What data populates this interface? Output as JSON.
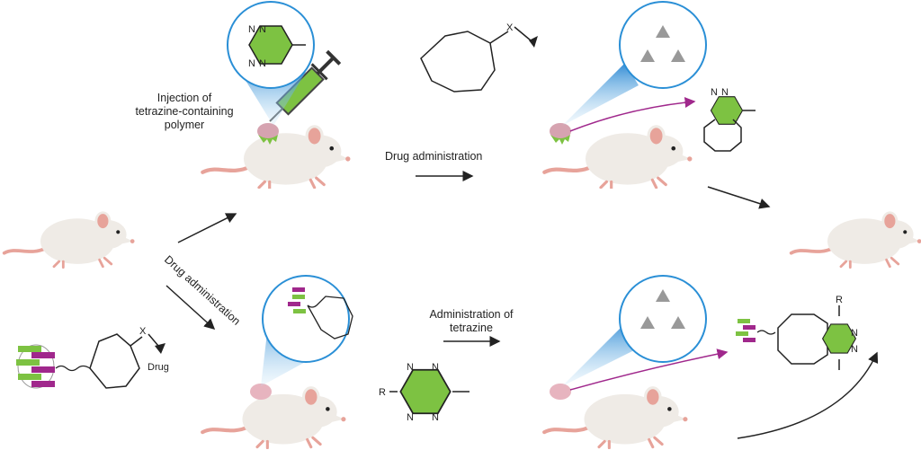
{
  "labels": {
    "injection_line1": "Injection of",
    "injection_line2": "tetrazine-containing",
    "injection_line3": "polymer",
    "drug_admin_top": "Drug administration",
    "drug_admin_diag": "Drug administration",
    "admin_tetrazine_line1": "Administration of",
    "admin_tetrazine_line2": "tetrazine",
    "drug": "Drug"
  },
  "chem": {
    "N": "N",
    "X": "X",
    "R": "R"
  },
  "colors": {
    "tetrazine_green": "#7dc242",
    "antibody_purple": "#a0288c",
    "antibody_green": "#7dc242",
    "cone_blue": "#2a8fd6",
    "mouse_body": "#efebe6",
    "mouse_pink": "#e7a39a",
    "arrow_purple": "#a0288c"
  }
}
